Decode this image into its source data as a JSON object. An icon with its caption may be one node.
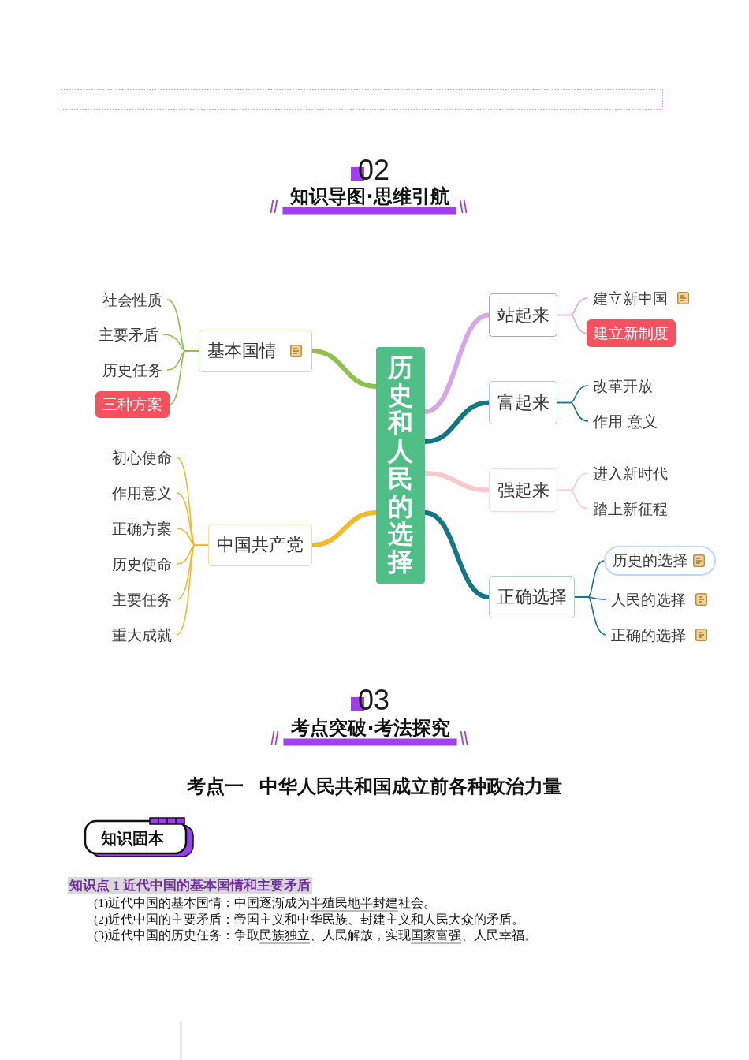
{
  "diagram": {
    "nodes": [
      {
        "text": [
          "历史和人民的选择"
        ]
      },
      {
        "text": [
          "基本国情"
        ]
      },
      {
        "text": [
          "社会性质"
        ]
      },
      {
        "text": [
          "主要矛盾"
        ]
      },
      {
        "text": [
          "历史任务"
        ]
      },
      {
        "text": [
          "三种方案"
        ]
      },
      {
        "text": [
          "中国共产党"
        ]
      },
      {
        "text": [
          "初心使命"
        ]
      },
      {
        "text": [
          "作用意义"
        ]
      },
      {
        "text": [
          "正确方案"
        ]
      },
      {
        "text": [
          "历史使命"
        ]
      },
      {
        "text": [
          "主要任务"
        ]
      },
      {
        "text": [
          "重大成就"
        ]
      },
      {
        "text": [
          "站起来"
        ]
      },
      {
        "text": [
          "建立新中国"
        ]
      },
      {
        "text": [
          "建立新制度"
        ]
      },
      {
        "text": [
          "富起来"
        ]
      },
      {
        "text": [
          "改革开放"
        ]
      },
      {
        "text": [
          "作用 意义"
        ]
      },
      {
        "text": [
          "强起来"
        ]
      },
      {
        "text": [
          "进入新时代"
        ]
      },
      {
        "text": [
          "踏上新征程"
        ]
      },
      {
        "text": [
          "正确选择"
        ]
      },
      {
        "text": [
          "历史的选择"
        ]
      },
      {
        "text": [
          "人民的选择"
        ]
      },
      {
        "text": [
          "正确的选择"
        ]
      },
      {
        "text": [
          "知识固本"
        ]
      }
    ],
    "edges": [
      {
        "from": 0,
        "to": 1,
        "arrow": "none",
        "style": "thick",
        "color": "#8dc14b"
      },
      {
        "from": 1,
        "to": 2,
        "arrow": "none",
        "color": "#8dc14b"
      },
      {
        "from": 1,
        "to": 3,
        "arrow": "none",
        "color": "#8dc14b"
      },
      {
        "from": 1,
        "to": 4,
        "arrow": "none",
        "color": "#8dc14b"
      },
      {
        "from": 1,
        "to": 5,
        "arrow": "none",
        "color": "#8dc14b"
      },
      {
        "from": 0,
        "to": 6,
        "arrow": "none",
        "style": "thick",
        "color": "#f5b829"
      },
      {
        "from": 6,
        "to": 7,
        "arrow": "none",
        "color": "#f5b829"
      },
      {
        "from": 6,
        "to": 8,
        "arrow": "none",
        "color": "#f5b829"
      },
      {
        "from": 6,
        "to": 9,
        "arrow": "none",
        "color": "#f5b829"
      },
      {
        "from": 6,
        "to": 10,
        "arrow": "none",
        "color": "#f5b829"
      },
      {
        "from": 6,
        "to": 11,
        "arrow": "none",
        "color": "#f5b829"
      },
      {
        "from": 6,
        "to": 12,
        "arrow": "none",
        "color": "#f5b829"
      },
      {
        "from": 0,
        "to": 13,
        "arrow": "none",
        "style": "thick",
        "color": "#d7a6ea"
      },
      {
        "from": 13,
        "to": 14,
        "arrow": "none",
        "color": "#d7a6ea"
      },
      {
        "from": 13,
        "to": 15,
        "arrow": "none",
        "color": "#d7a6ea"
      },
      {
        "from": 0,
        "to": 16,
        "arrow": "none",
        "style": "thick",
        "color": "#137688"
      },
      {
        "from": 16,
        "to": 17,
        "arrow": "none",
        "color": "#137688"
      },
      {
        "from": 16,
        "to": 18,
        "arrow": "none",
        "color": "#137688"
      },
      {
        "from": 0,
        "to": 19,
        "arrow": "none",
        "style": "thick",
        "color": "#fac8cc"
      },
      {
        "from": 19,
        "to": 20,
        "arrow": "none",
        "color": "#fac8cc"
      },
      {
        "from": 19,
        "to": 21,
        "arrow": "none",
        "color": "#fac8cc"
      },
      {
        "from": 0,
        "to": 22,
        "arrow": "none",
        "style": "thick",
        "color": "#137688"
      },
      {
        "from": 22,
        "to": 23,
        "arrow": "none",
        "color": "#137688"
      },
      {
        "from": 22,
        "to": 24,
        "arrow": "none",
        "color": "#137688"
      },
      {
        "from": 22,
        "to": 25,
        "arrow": "none",
        "color": "#137688"
      }
    ],
    "labels": [
      "02",
      "知识导图·思维引航",
      "03",
      "考点突破·考法探究",
      "考点一 中华人民共和国成立前各种政治力量",
      "知识点 1 近代中国的基本国情和主要矛盾",
      "(1)近代中国的基本国情：中国逐渐成为半殖民地半封建社会。",
      "(2)近代中国的主要矛盾：帝国主义和中华民族、封建主义和人民大众的矛盾。",
      "(3)近代中国的历史任务：争取民族独立、人民解放，实现国家富强、人民幸福。"
    ]
  }
}
